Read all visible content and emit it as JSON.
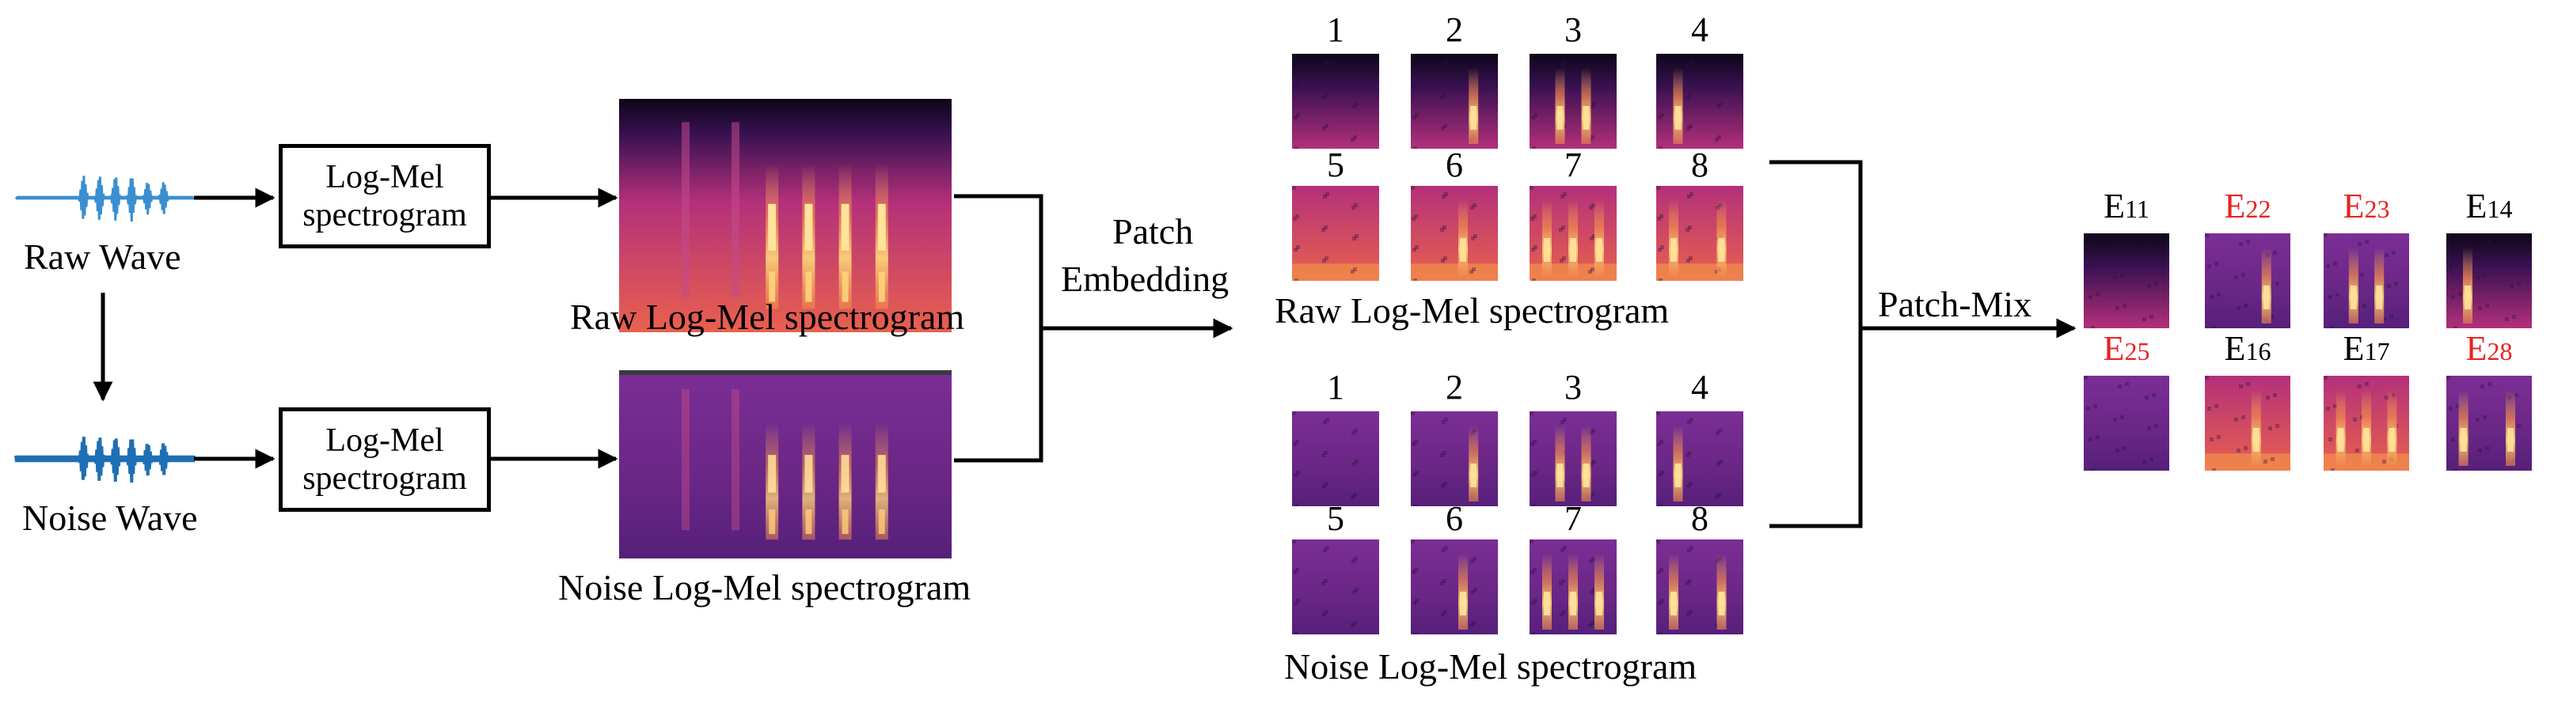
{
  "waves": {
    "raw_label": "Raw Wave",
    "noise_label": "Noise Wave",
    "raw_color": "#3a8fd0",
    "noise_color": "#1f6fb5"
  },
  "boxes": {
    "raw": [
      "Log-Mel",
      "spectrogram"
    ],
    "noise": [
      "Log-Mel",
      "spectrogram"
    ]
  },
  "spectrograms": {
    "raw_caption": "Raw Log-Mel spectrogram",
    "noise_caption": "Noise Log-Mel spectrogram"
  },
  "patch_embedding": [
    "Patch",
    "Embedding"
  ],
  "patch_grids": {
    "raw_caption": "Raw Log-Mel spectrogram",
    "noise_caption": "Noise Log-Mel spectrogram",
    "raw_numbers": [
      "1",
      "2",
      "3",
      "4",
      "5",
      "6",
      "7",
      "8"
    ],
    "noise_numbers": [
      "1",
      "2",
      "3",
      "4",
      "5",
      "6",
      "7",
      "8"
    ]
  },
  "patch_mix_label": "Patch-Mix",
  "mixed_patches": [
    {
      "base": "E",
      "sub": "11",
      "source": "raw"
    },
    {
      "base": "E",
      "sub": "22",
      "source": "noise"
    },
    {
      "base": "E",
      "sub": "23",
      "source": "noise"
    },
    {
      "base": "E",
      "sub": "14",
      "source": "raw"
    },
    {
      "base": "E",
      "sub": "25",
      "source": "noise"
    },
    {
      "base": "E",
      "sub": "16",
      "source": "raw"
    },
    {
      "base": "E",
      "sub": "17",
      "source": "raw"
    },
    {
      "base": "E",
      "sub": "28",
      "source": "noise"
    }
  ],
  "colors": {
    "raw_label": "#000000",
    "noise_label": "#e8231f",
    "spec_dark": "#1a0a2e",
    "spec_mid": "#7a2a8f",
    "spec_bright": "#f6a04a"
  }
}
